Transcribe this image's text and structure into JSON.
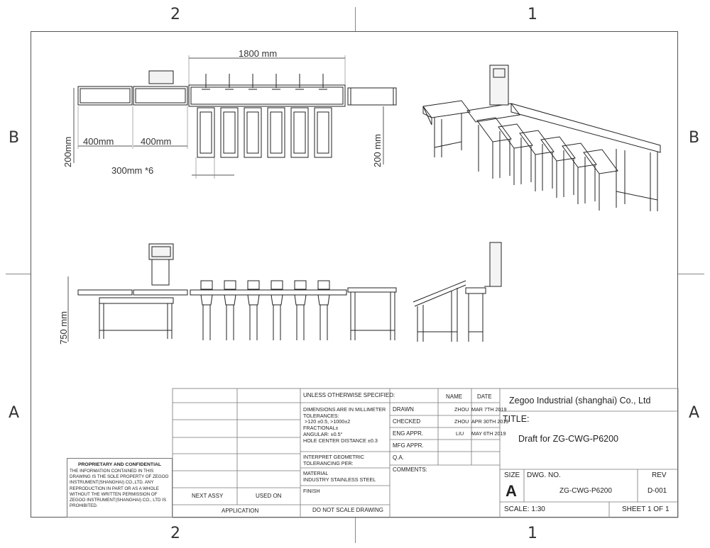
{
  "zones": {
    "top_left": "2",
    "top_right": "1",
    "bottom_left": "2",
    "bottom_right": "1",
    "left_upper": "B",
    "left_lower": "A",
    "right_upper": "B",
    "right_lower": "A"
  },
  "dimensions": {
    "overall_length": "1800 mm",
    "seg_1": "400mm",
    "seg_2": "400mm",
    "height_left": "200mm",
    "height_right": "200 mm",
    "pitch": "300mm *6",
    "table_height": "750 mm"
  },
  "title_block": {
    "unless": "UNLESS OTHERWISE SPECIFIED:",
    "dims_in_mm": "DIMENSIONS ARE IN MILLIMETER",
    "tolerances": "TOLERANCES:",
    "tol_values": ">120 ±0.5, >1000±2",
    "fractional": "FRACTIONAL±",
    "angular": "ANGULAR: ±0.5°",
    "hole_center": "HOLE CENTER DISTANCE ±0.3",
    "interpret": "INTERPRET GEOMETRIC",
    "tolerancing": "TOLERANCING PER:",
    "material_label": "MATERIAL",
    "material_value": "INDUSTRY STAINLESS STEEL",
    "finish": "FINISH",
    "do_not_scale": "DO NOT SCALE DRAWING",
    "next_assy": "NEXT ASSY",
    "used_on": "USED ON",
    "application": "APPLICATION",
    "col_name": "NAME",
    "col_date": "DATE",
    "rows": [
      {
        "label": "DRAWN",
        "name": "ZHOU",
        "date": "MAR 7TH 2019"
      },
      {
        "label": "CHECKED",
        "name": "ZHOU",
        "date": "APR 30TH 2019"
      },
      {
        "label": "ENG APPR.",
        "name": "LIU",
        "date": "MAY 6TH 2019"
      },
      {
        "label": "MFG APPR.",
        "name": "",
        "date": ""
      },
      {
        "label": "Q.A.",
        "name": "",
        "date": ""
      },
      {
        "label": "COMMENTS:",
        "name": "",
        "date": ""
      }
    ],
    "company": "Zegoo Industrial (shanghai) Co., Ltd",
    "title_label": "TITLE:",
    "title_value": "Draft for ZG-CWG-P6200",
    "size_label": "SIZE",
    "size_value": "A",
    "dwg_label": "DWG.  NO.",
    "dwg_value": "ZG-CWG-P6200",
    "rev_label": "REV",
    "rev_value": "D-001",
    "scale": "SCALE: 1:30",
    "sheet": "SHEET 1 OF 1"
  },
  "proprietary": {
    "heading": "PROPRIETARY AND CONFIDENTIAL",
    "body": "THE INFORMATION CONTAINED IN THIS DRAWING IS THE SOLE PROPERTY OF ZEGOO INSTRUMENT(SHANGHAI) CO.,LTD. ANY REPRODUCTION IN PART OR AS A WHOLE  WITHOUT THE WRITTEN PERMISSION OF ZEGOO INSTRUMENT(SHANGHAI) CO., LTD IS PROHIBITED."
  }
}
